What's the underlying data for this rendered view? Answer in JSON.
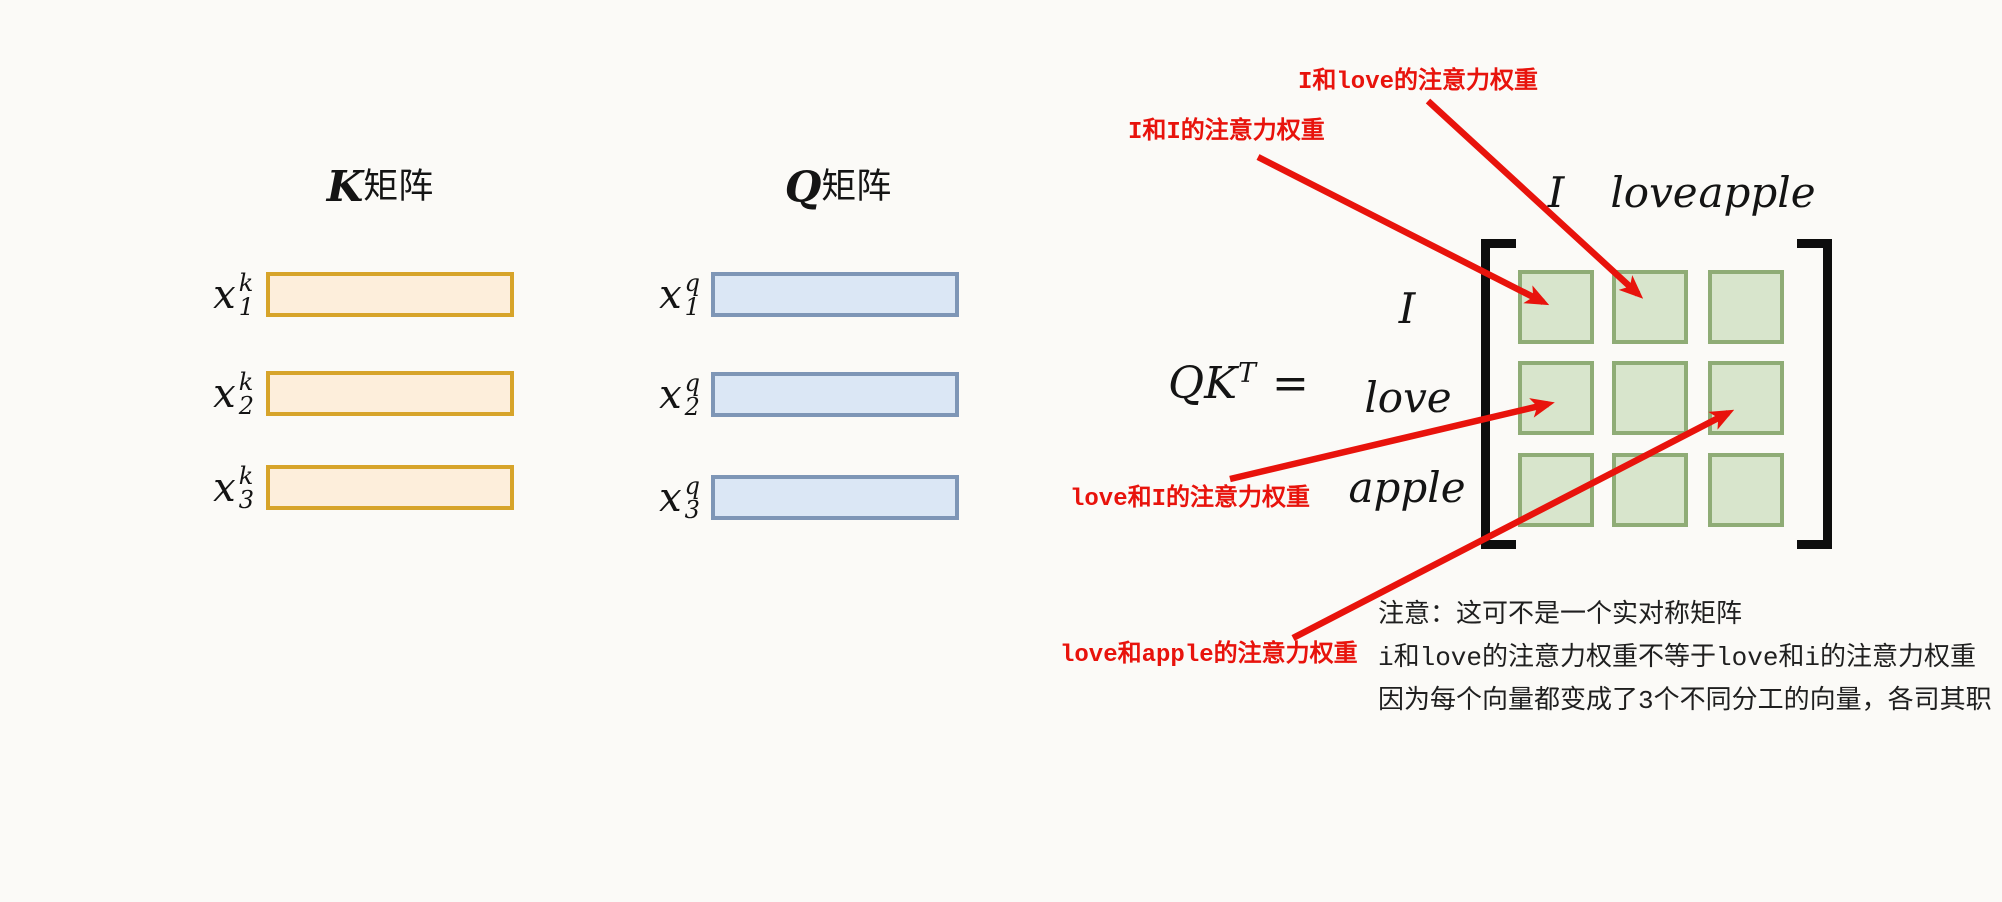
{
  "background": "#fbfaf7",
  "k_matrix": {
    "title_math": "K",
    "title_cjk": "矩阵",
    "bar_fill": "#fdeedb",
    "bar_border": "#d7a42a",
    "rows": [
      {
        "base": "x",
        "sup": "k",
        "sub": "1"
      },
      {
        "base": "x",
        "sup": "k",
        "sub": "2"
      },
      {
        "base": "x",
        "sup": "k",
        "sub": "3"
      }
    ]
  },
  "q_matrix": {
    "title_math": "Q",
    "title_cjk": "矩阵",
    "bar_fill": "#dbe7f5",
    "bar_border": "#7e96b6",
    "rows": [
      {
        "base": "x",
        "sup": "q",
        "sub": "1"
      },
      {
        "base": "x",
        "sup": "q",
        "sub": "2"
      },
      {
        "base": "x",
        "sup": "q",
        "sub": "3"
      }
    ]
  },
  "result": {
    "equation_lhs": "QK",
    "equation_sup": "T",
    "equation_eq": "=",
    "col_headers": [
      "I",
      "love",
      "apple"
    ],
    "row_labels": [
      "I",
      "love",
      "apple"
    ],
    "cell_fill": "#d8e5cc",
    "cell_border": "#8fac76",
    "bracket_color": "#0d0d0d"
  },
  "annotations": {
    "color": "#e8130c",
    "labels": [
      {
        "id": "i-love",
        "text": "I和love的注意力权重"
      },
      {
        "id": "i-i",
        "text": "I和I的注意力权重"
      },
      {
        "id": "love-i",
        "text": "love和I的注意力权重"
      },
      {
        "id": "love-apple",
        "text": "love和apple的注意力权重"
      }
    ]
  },
  "notes": {
    "color": "#1f1f1f",
    "lines": [
      "注意：这可不是一个实对称矩阵",
      "i和love的注意力权重不等于love和i的注意力权重",
      "因为每个向量都变成了3个不同分工的向量，各司其职"
    ]
  }
}
